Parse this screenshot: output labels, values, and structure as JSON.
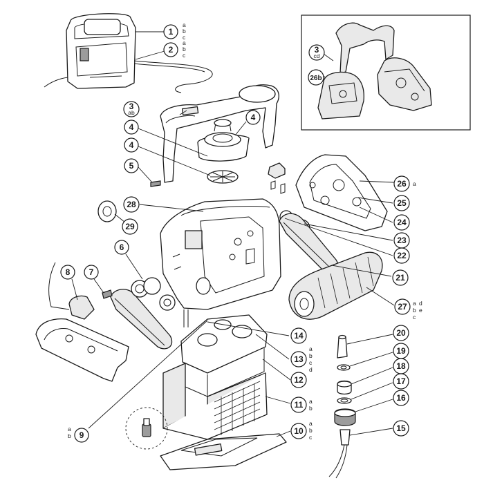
{
  "callouts": [
    {
      "num": "1",
      "variants": [
        "a",
        "b",
        "c"
      ]
    },
    {
      "num": "2",
      "variants": [
        "a",
        "b",
        "c"
      ]
    },
    {
      "num": "3",
      "sub": "ab",
      "variants": []
    },
    {
      "num": "3",
      "sub": "cd",
      "variants": []
    },
    {
      "num": "26b",
      "variants": []
    },
    {
      "num": "4",
      "variants": []
    },
    {
      "num": "4",
      "variants": []
    },
    {
      "num": "4",
      "variants": []
    },
    {
      "num": "5",
      "variants": []
    },
    {
      "num": "28",
      "variants": []
    },
    {
      "num": "29",
      "variants": []
    },
    {
      "num": "26",
      "variants": [
        "a"
      ]
    },
    {
      "num": "25",
      "variants": []
    },
    {
      "num": "24",
      "variants": []
    },
    {
      "num": "23",
      "variants": []
    },
    {
      "num": "22",
      "variants": []
    },
    {
      "num": "21",
      "variants": []
    },
    {
      "num": "27",
      "variants": [
        "a",
        "b",
        "c",
        "d",
        "e"
      ]
    },
    {
      "num": "6",
      "variants": []
    },
    {
      "num": "7",
      "variants": []
    },
    {
      "num": "8",
      "variants": []
    },
    {
      "num": "14",
      "variants": []
    },
    {
      "num": "13",
      "variants": [
        "a",
        "b",
        "c",
        "d"
      ]
    },
    {
      "num": "12",
      "variants": []
    },
    {
      "num": "11",
      "variants": [
        "a",
        "b"
      ]
    },
    {
      "num": "10",
      "variants": [
        "a",
        "b",
        "c"
      ]
    },
    {
      "num": "9",
      "variants": [
        "a",
        "b"
      ]
    },
    {
      "num": "20",
      "variants": []
    },
    {
      "num": "19",
      "variants": []
    },
    {
      "num": "18",
      "variants": []
    },
    {
      "num": "17",
      "variants": []
    },
    {
      "num": "16",
      "variants": []
    },
    {
      "num": "15",
      "variants": []
    }
  ]
}
